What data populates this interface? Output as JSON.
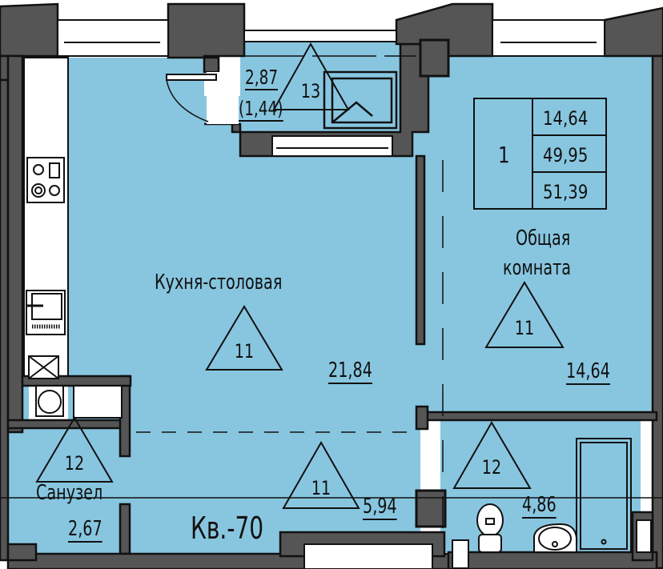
{
  "plan": {
    "apartment_label": "Кв.-70",
    "colors": {
      "floor": "#88c6e0",
      "wall": "#555555",
      "outline": "#111111",
      "unheated": "#ffffff"
    }
  },
  "summary_table": {
    "rooms_count": "1",
    "living_area": "14,64",
    "total_area": "49,95",
    "total_area_with_balcony": "51,39"
  },
  "rooms": [
    {
      "id": "kitchen",
      "name": "Кухня-столовая",
      "area": "21,84",
      "finish_code": "11"
    },
    {
      "id": "living",
      "name_line1": "Общая",
      "name_line2": "комната",
      "area": "14,64",
      "finish_code": "11"
    },
    {
      "id": "hall",
      "area": "5,94",
      "finish_code": "11"
    },
    {
      "id": "wc",
      "name": "Санузел",
      "area": "2,67",
      "finish_code": "12"
    },
    {
      "id": "bath",
      "area": "4,86",
      "finish_code": "12"
    },
    {
      "id": "balcony",
      "area": "2,87",
      "area_reduced": "(1,44)",
      "finish_code": "13"
    }
  ]
}
